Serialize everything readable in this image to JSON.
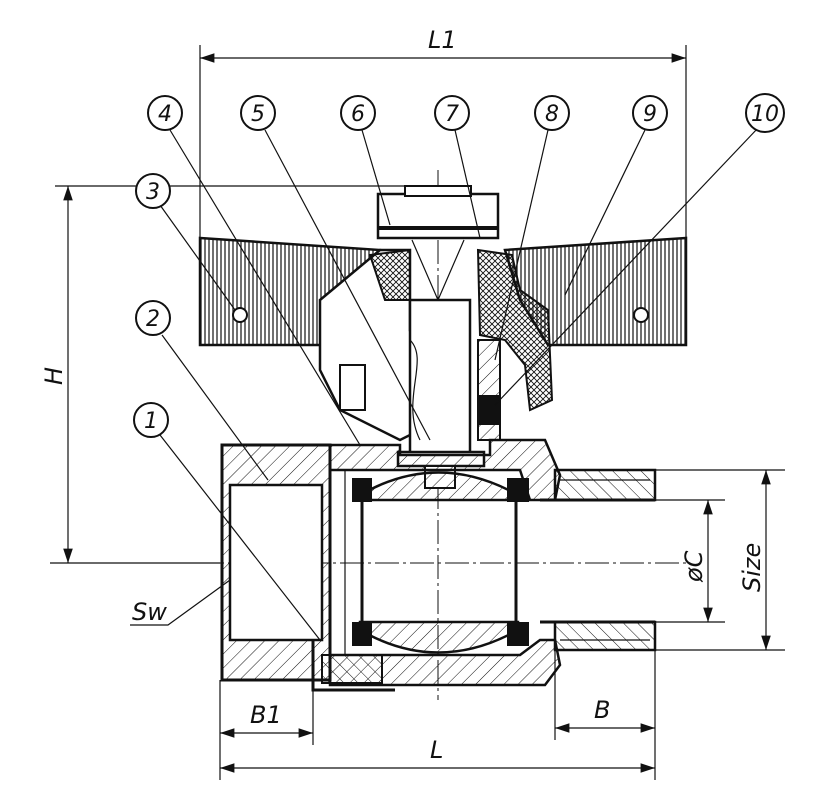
{
  "title": "Ball valve sectional drawing",
  "dimensions": {
    "L1": "L1",
    "H": "H",
    "L": "L",
    "B1": "B1",
    "B": "B",
    "C": "øC",
    "size": "Size",
    "sw": "Sw"
  },
  "balloons": [
    "1",
    "2",
    "3",
    "4",
    "5",
    "6",
    "7",
    "8",
    "9",
    "10"
  ]
}
